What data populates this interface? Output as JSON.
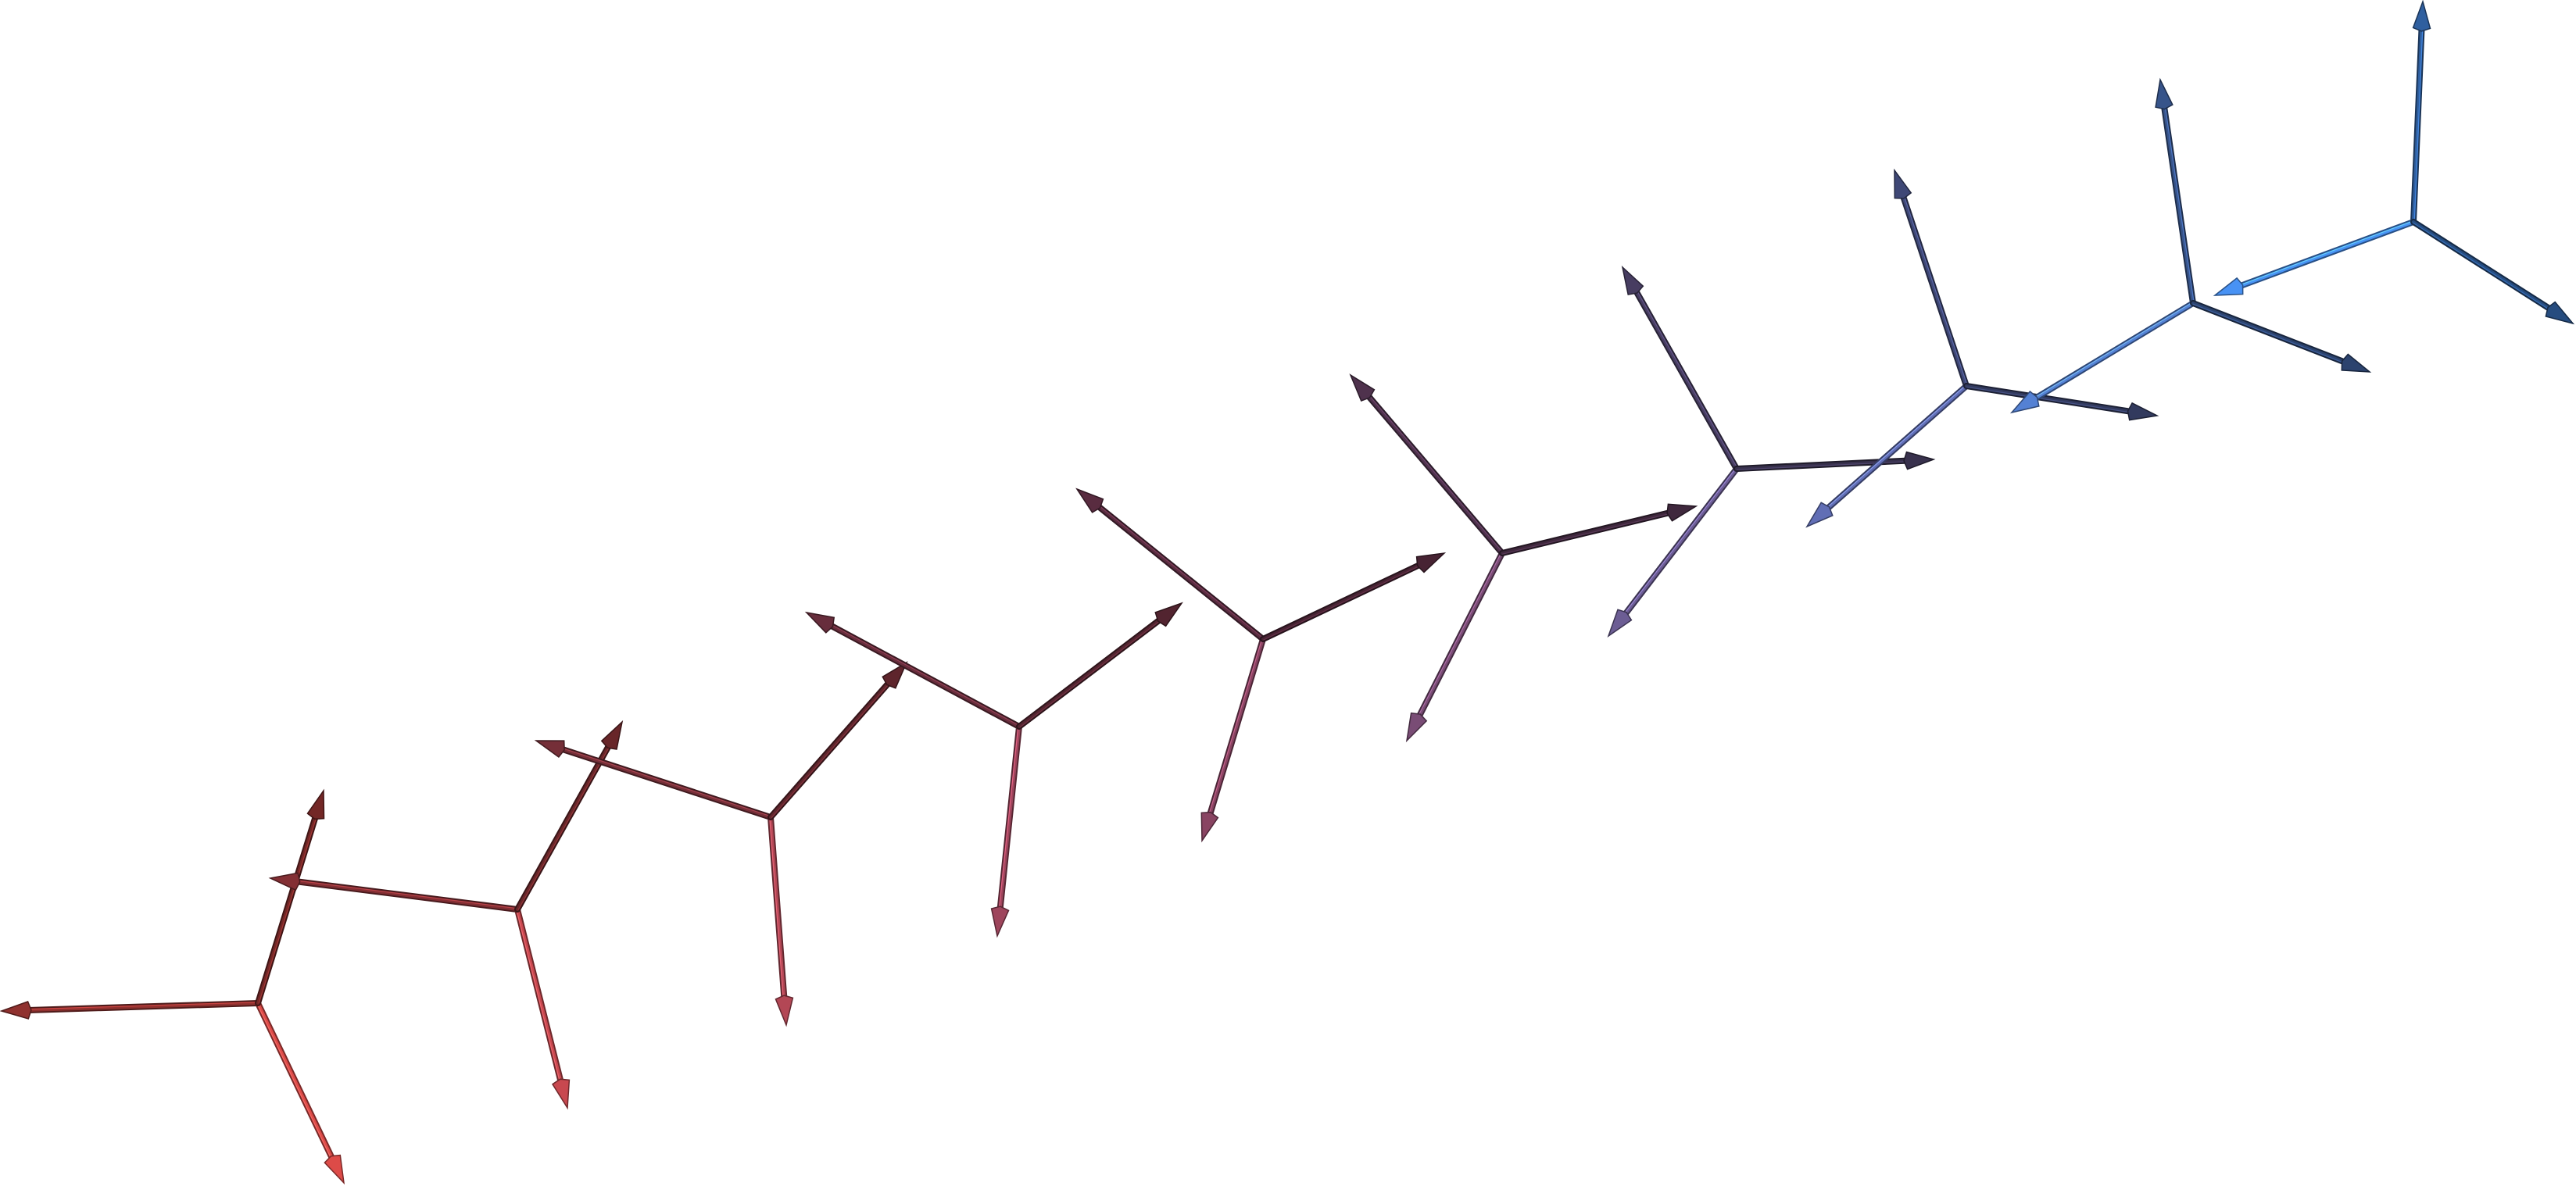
{
  "diagram": {
    "type": "rotating-coordinate-frames",
    "frame_count": 10,
    "arrows_per_frame": 3,
    "color_gradient": {
      "start": "#c0413f",
      "middle": "#6e3a58",
      "end": "#3f7fd4"
    },
    "label_text": ""
  }
}
